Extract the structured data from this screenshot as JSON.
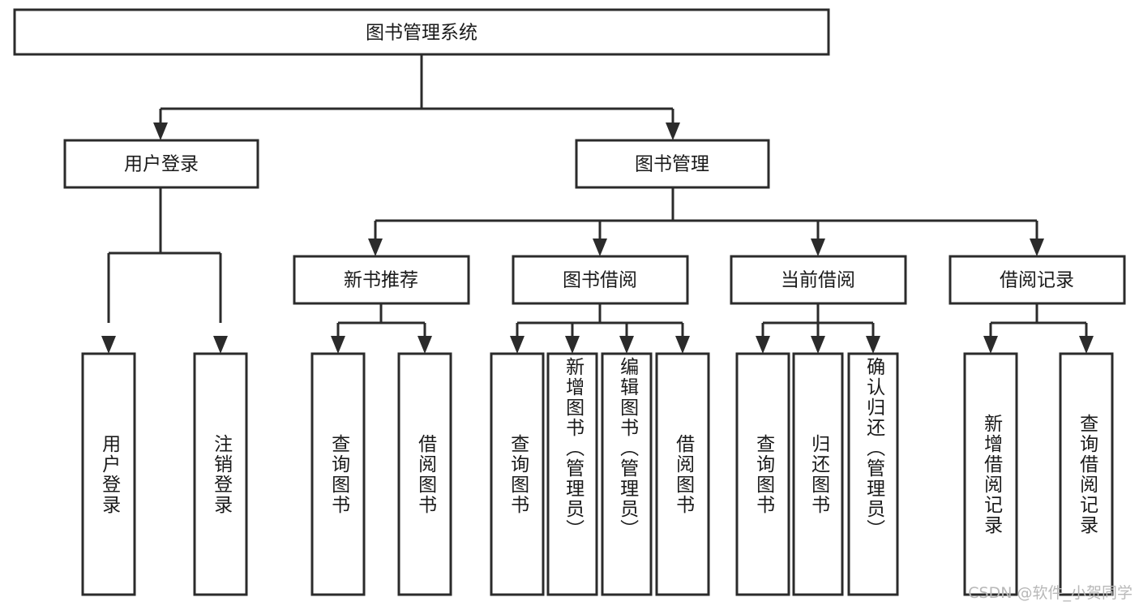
{
  "diagram": {
    "type": "hierarchy-tree",
    "title": "图书管理系统",
    "watermark": "CSDN @软件_小贺同学",
    "colors": {
      "box_stroke": "#2b2b2b",
      "box_fill": "#ffffff",
      "connector": "#2b2b2b",
      "text": "#1a1a1a",
      "watermark": "#b8b8b8",
      "background": "#ffffff"
    },
    "levels": {
      "level0": [
        {
          "id": "root",
          "label": "图书管理系统"
        }
      ],
      "level1": [
        {
          "id": "user-login",
          "label": "用户登录"
        },
        {
          "id": "book-manage",
          "label": "图书管理"
        }
      ],
      "level2": [
        {
          "id": "new-book-rec",
          "label": "新书推荐",
          "parent": "book-manage"
        },
        {
          "id": "book-borrow",
          "label": "图书借阅",
          "parent": "book-manage"
        },
        {
          "id": "current-borrow",
          "label": "当前借阅",
          "parent": "book-manage"
        },
        {
          "id": "borrow-record",
          "label": "借阅记录",
          "parent": "book-manage"
        }
      ],
      "level3": [
        {
          "id": "leaf-user-login",
          "label": "用户登录",
          "parent": "user-login"
        },
        {
          "id": "leaf-logout",
          "label": "注销登录",
          "parent": "user-login"
        },
        {
          "id": "leaf-query-book-1",
          "label": "查询图书",
          "parent": "new-book-rec"
        },
        {
          "id": "leaf-borrow-book-1",
          "label": "借阅图书",
          "parent": "new-book-rec"
        },
        {
          "id": "leaf-query-book-2",
          "label": "查询图书",
          "parent": "book-borrow"
        },
        {
          "id": "leaf-add-book",
          "label": "新增图书（管理员）",
          "parent": "book-borrow"
        },
        {
          "id": "leaf-edit-book",
          "label": "编辑图书（管理员）",
          "parent": "book-borrow"
        },
        {
          "id": "leaf-borrow-book-2",
          "label": "借阅图书",
          "parent": "book-borrow"
        },
        {
          "id": "leaf-query-book-3",
          "label": "查询图书",
          "parent": "current-borrow"
        },
        {
          "id": "leaf-return-book",
          "label": "归还图书",
          "parent": "current-borrow"
        },
        {
          "id": "leaf-confirm-return",
          "label": "确认归还（管理员）",
          "parent": "current-borrow"
        },
        {
          "id": "leaf-add-record",
          "label": "新增借阅记录",
          "parent": "borrow-record"
        },
        {
          "id": "leaf-query-record",
          "label": "查询借阅记录",
          "parent": "borrow-record"
        }
      ]
    }
  }
}
